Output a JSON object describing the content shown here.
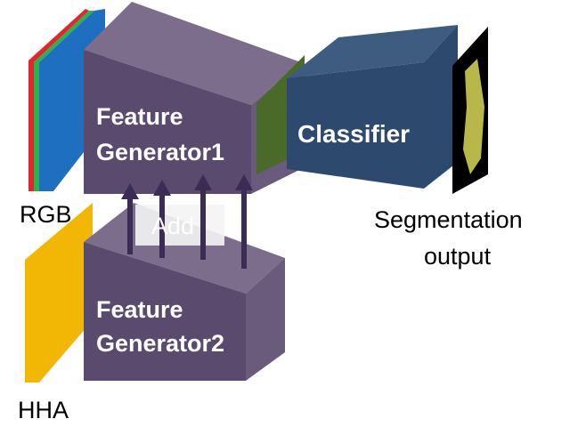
{
  "inputs": {
    "rgb_label": "RGB",
    "hha_label": "HHA"
  },
  "blocks": {
    "generator1_line1": "Feature",
    "generator1_line2": "Generator1",
    "generator2_line1": "Feature",
    "generator2_line2": "Generator2",
    "classifier_label": "Classifier"
  },
  "fusion": {
    "add_label": "Add"
  },
  "output": {
    "line1": "Segmentation",
    "line2": "output"
  },
  "colors": {
    "rgb_red": "#e8232a",
    "rgb_green": "#2bb24c",
    "rgb_blue": "#1f6fc0",
    "hha_yellow": "#f2b705",
    "generator_front": "#5a4a6e",
    "generator_top": "#7c6d8c",
    "generator_side": "#6a5a7c",
    "feature_map": "#4a6a2a",
    "classifier_front": "#2d4a6e",
    "classifier_top": "#3e5c80",
    "arrow": "#3b2c55",
    "add_box": "#f4f4f4"
  }
}
